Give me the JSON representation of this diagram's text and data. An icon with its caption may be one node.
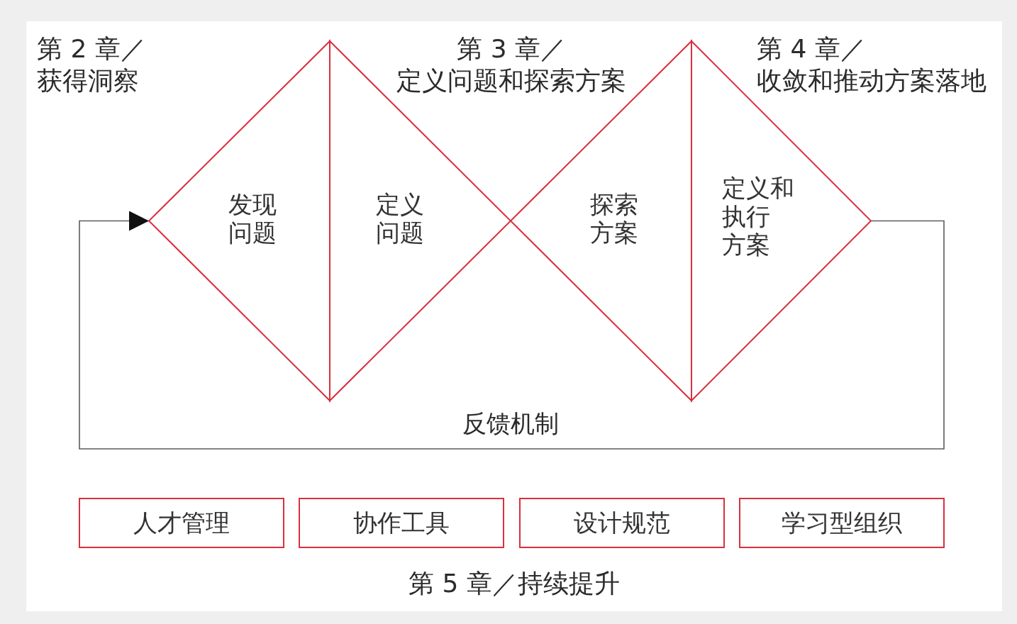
{
  "diagram": {
    "nodes": [
      {
        "text": [
          "发现问题"
        ]
      },
      {
        "text": [
          "定义问题"
        ]
      },
      {
        "text": [
          "探索方案"
        ]
      },
      {
        "text": [
          "定义和执行方案"
        ]
      },
      {
        "text": [
          "人才管理"
        ]
      },
      {
        "text": [
          "协作工具"
        ]
      },
      {
        "text": [
          "设计规范"
        ]
      },
      {
        "text": [
          "学习型组织"
        ]
      }
    ],
    "edges": [
      {
        "from": 3,
        "to": 0,
        "arrow": "to",
        "label": "反馈机制"
      }
    ],
    "labels": [
      "第 2 章／获得洞察",
      "第 3 章／定义问题和探索方案",
      "第 4 章／收敛和推动方案落地",
      "第 5 章／持续提升"
    ]
  }
}
